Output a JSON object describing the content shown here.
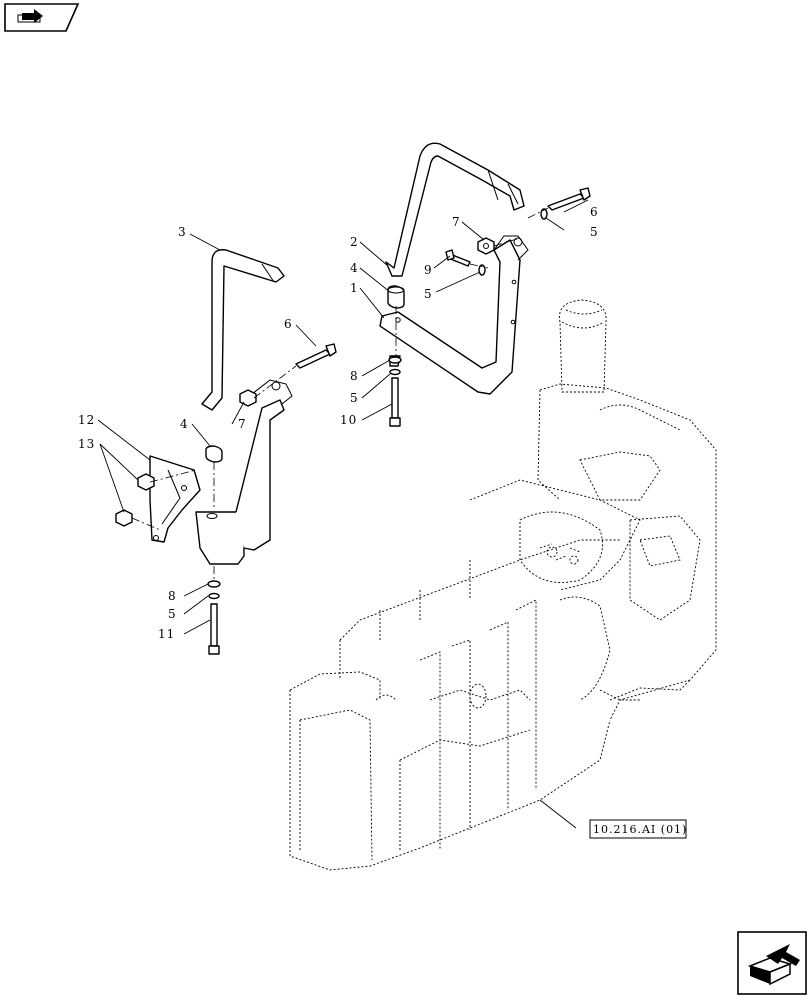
{
  "nav": {
    "prev_icon": "back-arrow-icon",
    "next_icon": "forward-arrow-icon"
  },
  "callouts": {
    "c1": "1",
    "c2": "2",
    "c3": "3",
    "c4_right": "4",
    "c4_left": "4",
    "c5_a": "5",
    "c5_b": "5",
    "c5_c": "5",
    "c5_d": "5",
    "c6_left": "6",
    "c6_right": "6",
    "c7_left": "7",
    "c7_right": "7",
    "c8_right": "8",
    "c8_left": "8",
    "c9": "9",
    "c10": "10",
    "c11": "11",
    "c12": "12",
    "c13": "13"
  },
  "reference": {
    "tank_ref": "10.216.AI (01)"
  }
}
